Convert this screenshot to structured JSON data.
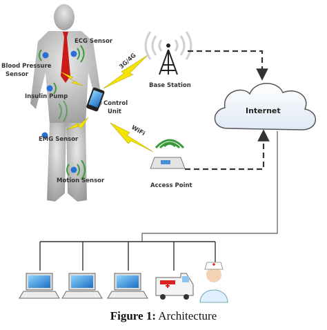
{
  "sensors": {
    "ecg": "ECG Sensor",
    "blood_pressure_line1": "Blood Pressure",
    "blood_pressure_line2": "Sensor",
    "insulin": "Insulin Pump",
    "emg": "EMG Sensor",
    "motion": "Motion Sensor"
  },
  "control_unit": {
    "line1": "Control",
    "line2": "Unit"
  },
  "links": {
    "cellular": "3G/4G",
    "wifi": "WiFi"
  },
  "nodes": {
    "base_station": "Base Station",
    "access_point": "Access Point",
    "internet": "Internet"
  },
  "caption": {
    "prefix": "Figure 1:",
    "text": " Architecture"
  },
  "colors": {
    "accent_green": "#3a9a3a",
    "bolt_yellow": "#f5e400",
    "tie_red": "#cc1a1a",
    "dash": "#333333"
  }
}
